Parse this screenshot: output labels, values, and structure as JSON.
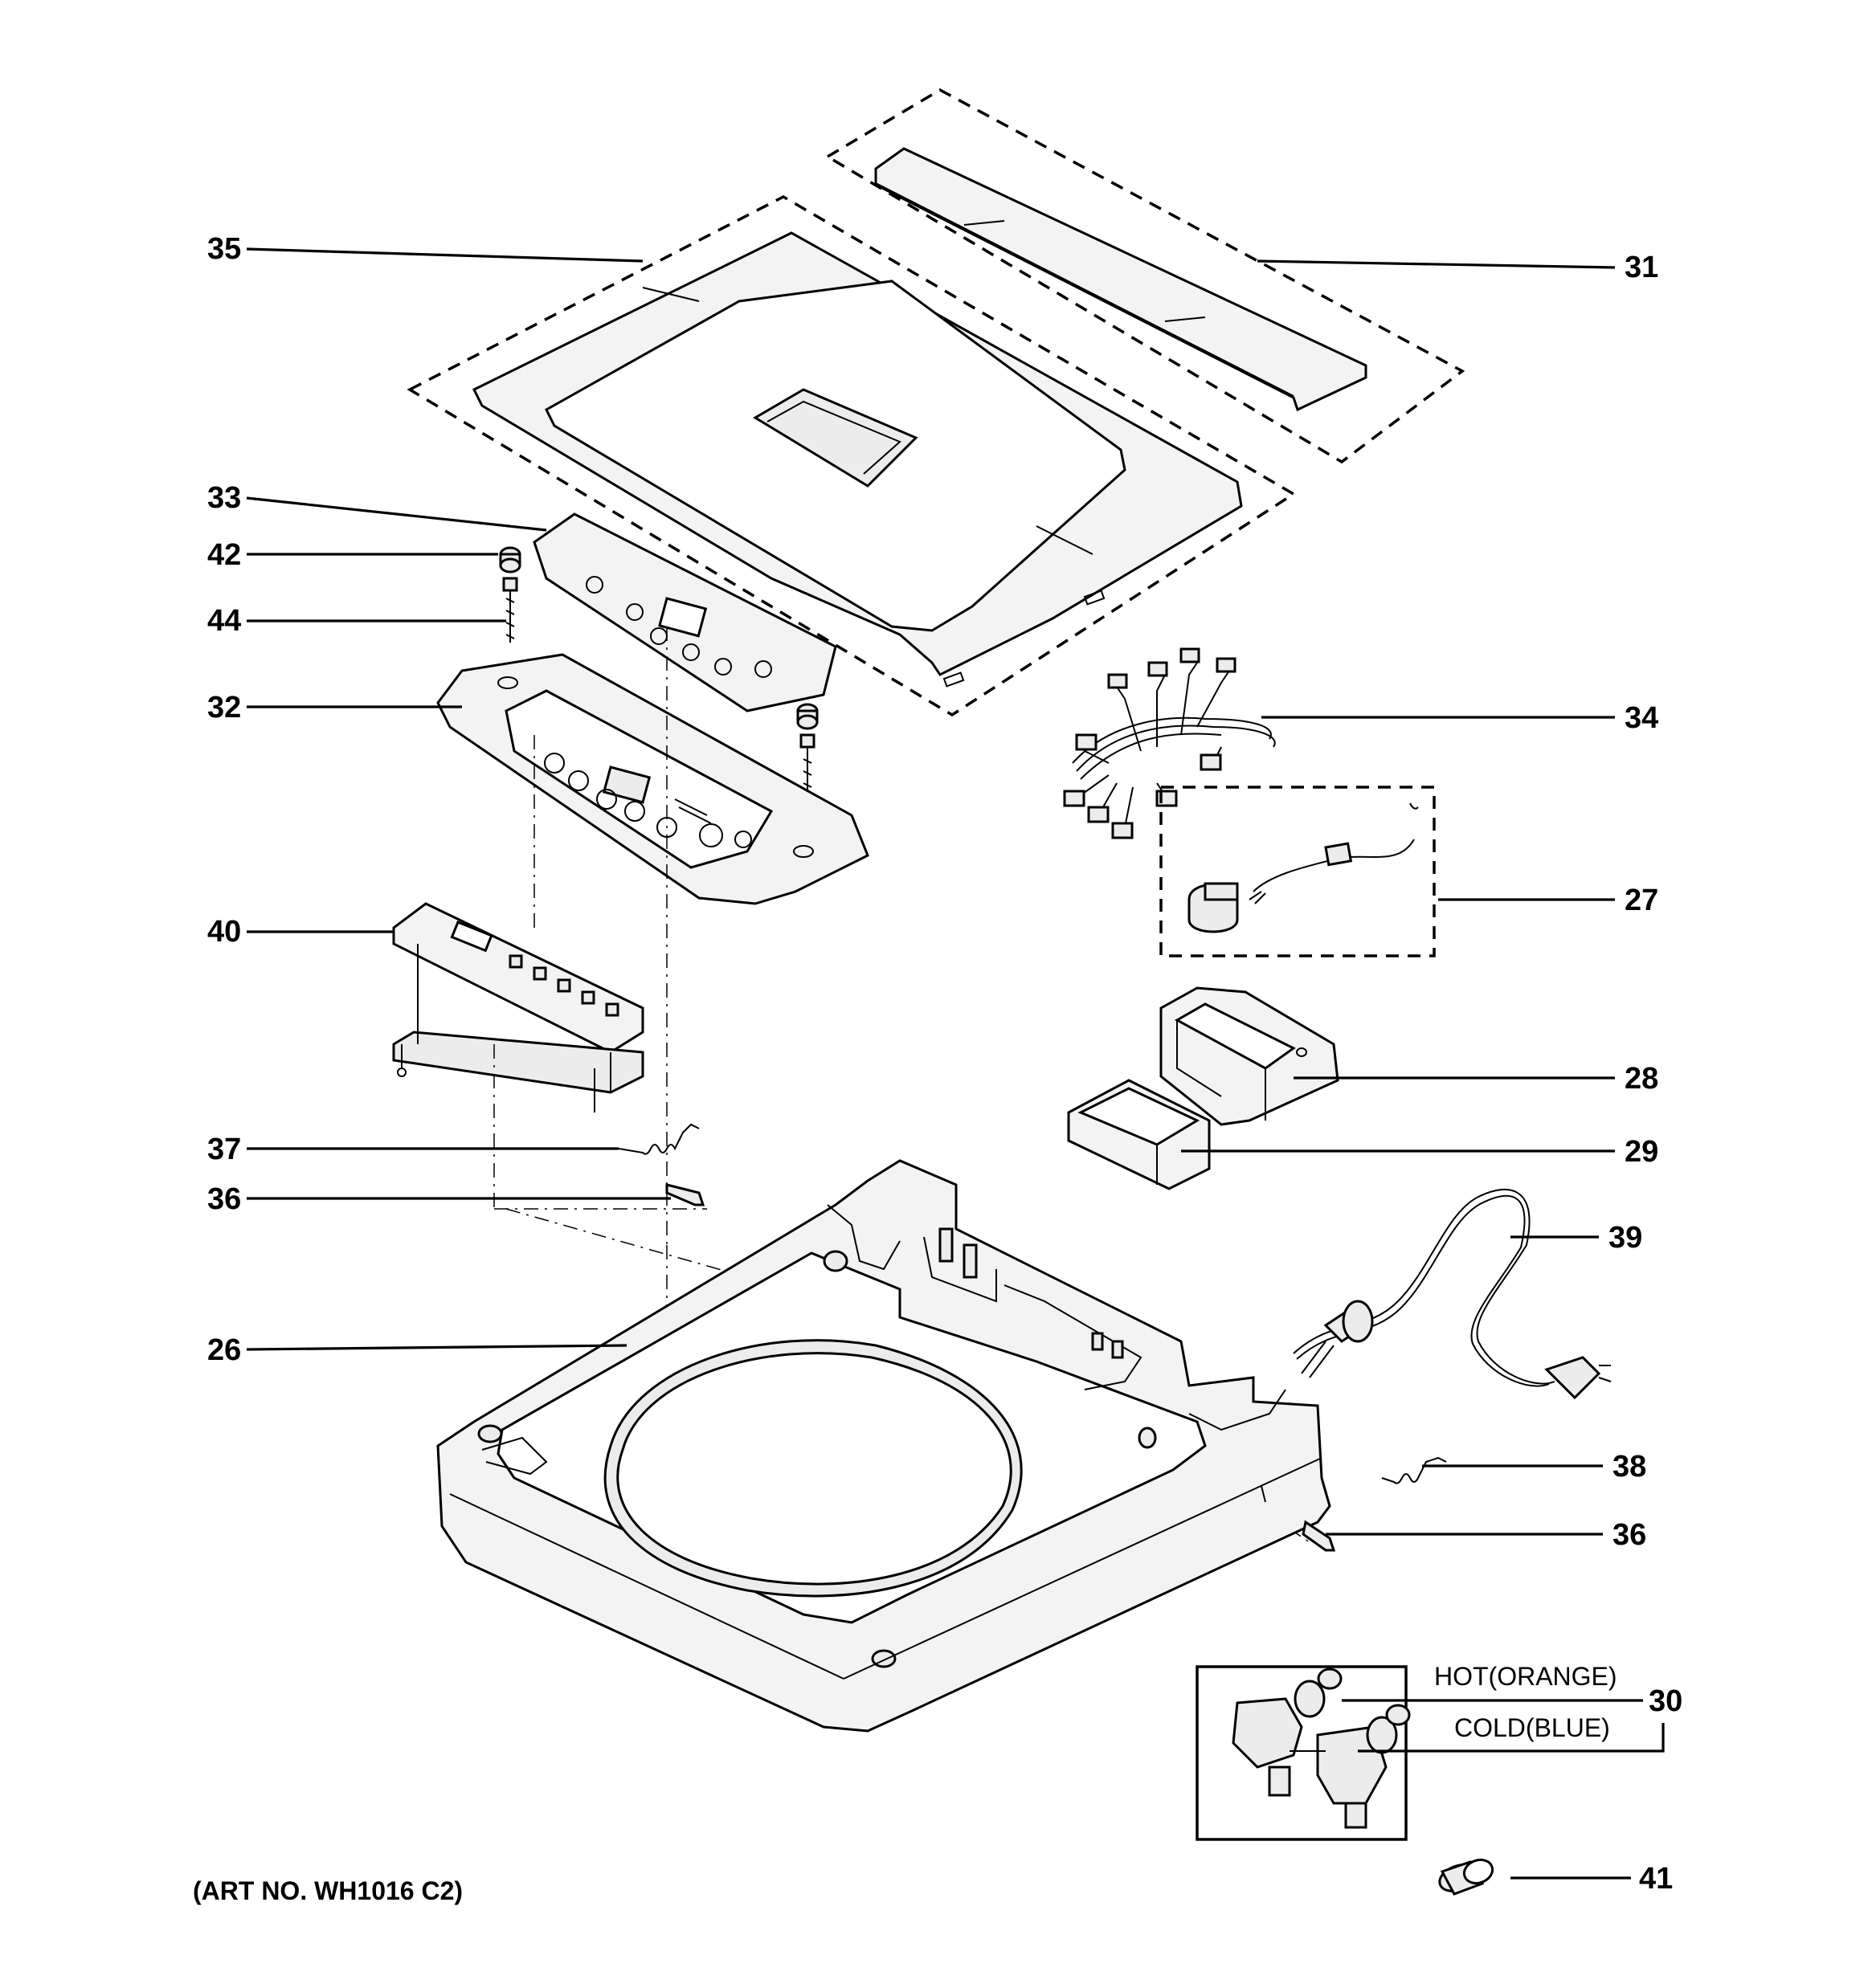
{
  "diagram": {
    "art_number": "(ART NO. WH1016 C2)",
    "valve_labels": {
      "hot": "HOT(ORANGE)",
      "cold": "COLD(BLUE)"
    },
    "callouts": [
      {
        "id": "c35",
        "label": "35"
      },
      {
        "id": "c31",
        "label": "31"
      },
      {
        "id": "c33",
        "label": "33"
      },
      {
        "id": "c42",
        "label": "42"
      },
      {
        "id": "c44",
        "label": "44"
      },
      {
        "id": "c32",
        "label": "32"
      },
      {
        "id": "c34",
        "label": "34"
      },
      {
        "id": "c27",
        "label": "27"
      },
      {
        "id": "c40",
        "label": "40"
      },
      {
        "id": "c28",
        "label": "28"
      },
      {
        "id": "c29",
        "label": "29"
      },
      {
        "id": "c37",
        "label": "37"
      },
      {
        "id": "c36a",
        "label": "36"
      },
      {
        "id": "c39",
        "label": "39"
      },
      {
        "id": "c26",
        "label": "26"
      },
      {
        "id": "c38",
        "label": "38"
      },
      {
        "id": "c36b",
        "label": "36"
      },
      {
        "id": "c30",
        "label": "30"
      },
      {
        "id": "c41",
        "label": "41"
      }
    ]
  }
}
